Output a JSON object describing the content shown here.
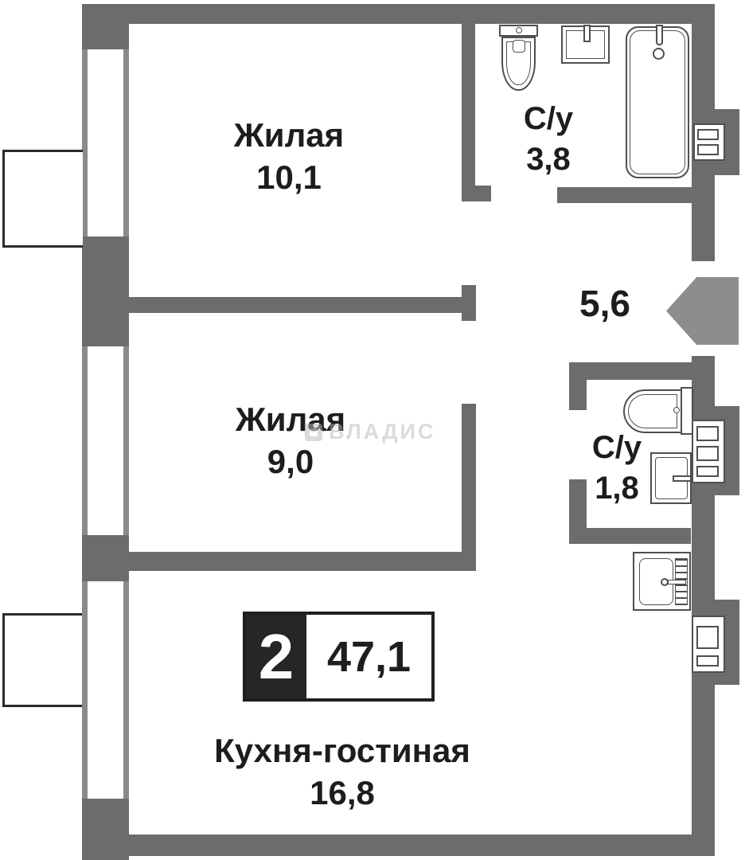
{
  "plan": {
    "type": "apartment-floor-plan",
    "watermark": "ВЛАДИС",
    "badge": {
      "rooms_count": "2",
      "total_area": "47,1"
    },
    "rooms": [
      {
        "id": "living-1",
        "label": "Жилая",
        "area": "10,1"
      },
      {
        "id": "living-2",
        "label": "Жилая",
        "area": "9,0"
      },
      {
        "id": "bathroom-1",
        "label": "С/у",
        "area": "3,8"
      },
      {
        "id": "hallway",
        "label": "",
        "area": "5,6"
      },
      {
        "id": "bathroom-2",
        "label": "С/у",
        "area": "1,8"
      },
      {
        "id": "kitchen-living",
        "label": "Кухня-гостиная",
        "area": "16,8"
      }
    ],
    "colors": {
      "wall": "#6c6c6c",
      "window_line": "#8a8a8a",
      "entrance_arrow": "#8d8d8d",
      "text": "#1d1d1d",
      "badge_dark": "#262626",
      "fixture_line": "#4f4f4f",
      "balcony_line": "#2b2b2b",
      "watermark": "#b9b9b9"
    }
  }
}
